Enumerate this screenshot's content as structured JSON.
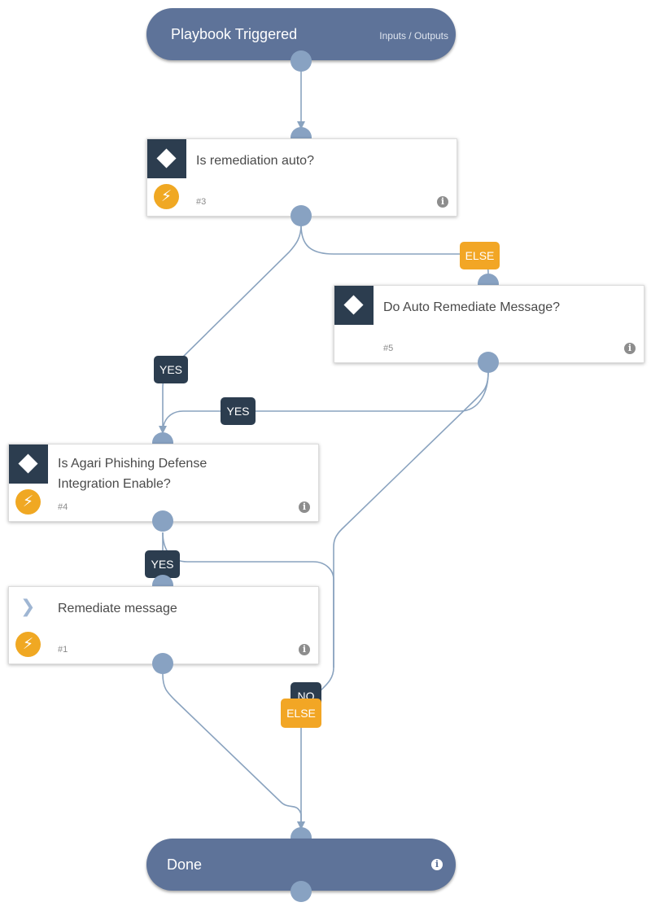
{
  "start": {
    "title": "Playbook Triggered",
    "io_link": "Inputs / Outputs"
  },
  "tasks": [
    {
      "title": "Is remediation auto?",
      "number": "#3"
    },
    {
      "title": "Do Auto Remediate Message?",
      "number": "#5"
    },
    {
      "title": "Is Agari Phishing Defense Integration Enable?",
      "number": "#4"
    },
    {
      "title": "Remediate message",
      "number": "#1"
    }
  ],
  "end": {
    "title": "Done"
  },
  "conditions": {
    "else_1": "ELSE",
    "yes_1": "YES",
    "yes_2": "YES",
    "yes_3": "YES",
    "no_1": "NO",
    "else_2": "ELSE"
  },
  "icons": {
    "condition": "diamond-icon",
    "automation": "lightning-icon",
    "action": "chevron-right-icon",
    "info": "info-icon"
  },
  "colors": {
    "pill": "#5e7399",
    "condition_header": "#2c3d4f",
    "automation": "#f0a823",
    "port": "#88a2c2",
    "edge": "#8aa3bf",
    "else_badge": "#f2a625",
    "yes_badge": "#2c3d4f"
  }
}
